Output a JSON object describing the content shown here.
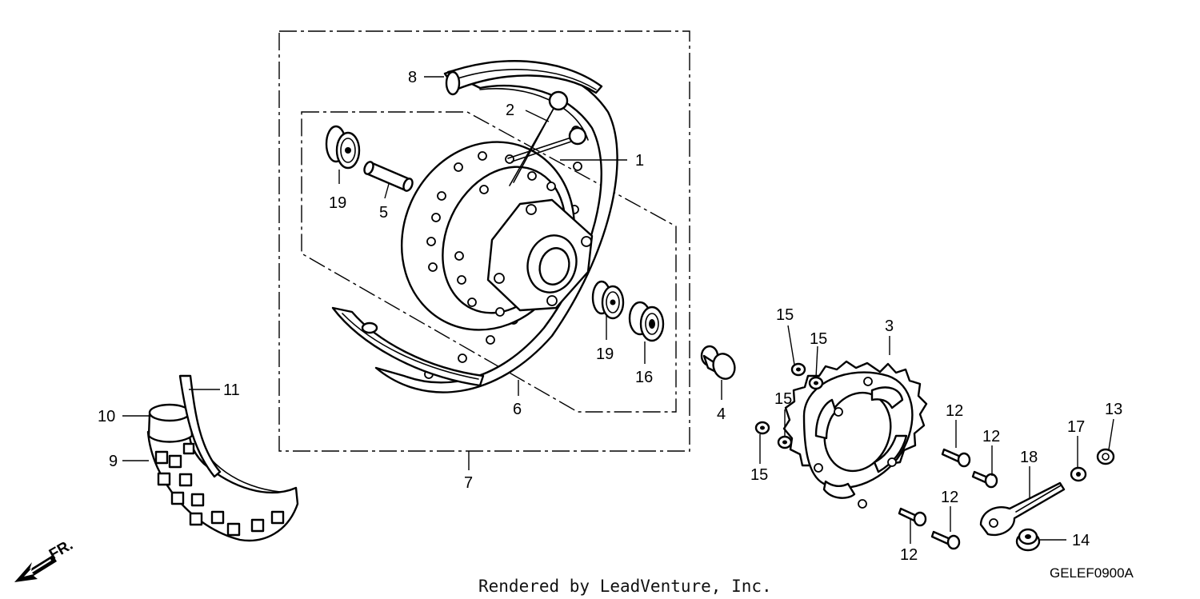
{
  "diagram": {
    "part_callouts": {
      "p1": "1",
      "p2": "2",
      "p3": "3",
      "p4": "4",
      "p5": "5",
      "p6": "6",
      "p7": "7",
      "p8": "8",
      "p9": "9",
      "p10": "10",
      "p11": "11",
      "p12a": "12",
      "p12b": "12",
      "p12c": "12",
      "p12d": "12",
      "p13": "13",
      "p14": "14",
      "p15a": "15",
      "p15b": "15",
      "p15c": "15",
      "p15d": "15",
      "p16": "16",
      "p17": "17",
      "p18": "18",
      "p19a": "19",
      "p19b": "19"
    },
    "front_arrow_label": "FR.",
    "diagram_code": "GELEF0900A",
    "footer_text": "Rendered by LeadVenture, Inc."
  }
}
